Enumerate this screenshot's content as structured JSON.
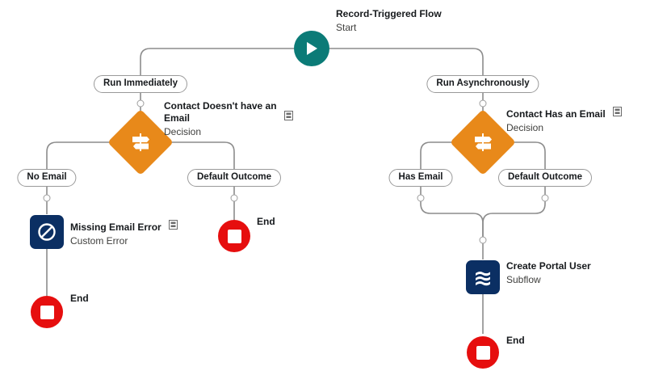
{
  "flow": {
    "start": {
      "title": "Record-Triggered Flow",
      "subtitle": "Start",
      "icon": "play-icon",
      "color": "#0b7b77"
    },
    "branch_labels": {
      "run_immediately": "Run Immediately",
      "run_asynchronously": "Run Asynchronously",
      "no_email": "No Email",
      "default_outcome_left": "Default Outcome",
      "has_email": "Has Email",
      "default_outcome_right": "Default Outcome"
    },
    "nodes": {
      "decision_left": {
        "title": "Contact Doesn't have an Email",
        "subtitle": "Decision",
        "icon": "decision-signpost-icon",
        "note_icon": "description-icon",
        "color": "#e8891a"
      },
      "decision_right": {
        "title": "Contact Has an Email",
        "subtitle": "Decision",
        "icon": "decision-signpost-icon",
        "note_icon": "description-icon",
        "color": "#e8891a"
      },
      "custom_error": {
        "title": "Missing Email Error",
        "subtitle": "Custom Error",
        "icon": "prohibited-icon",
        "note_icon": "description-icon",
        "color": "#0b2f63"
      },
      "subflow": {
        "title": "Create Portal User",
        "subtitle": "Subflow",
        "icon": "subflow-waves-icon",
        "color": "#0b2f63"
      },
      "end_left_default": {
        "label": "End",
        "icon": "stop-icon",
        "color": "#e60e0e"
      },
      "end_left_error": {
        "label": "End",
        "icon": "stop-icon",
        "color": "#e60e0e"
      },
      "end_right": {
        "label": "End",
        "icon": "stop-icon",
        "color": "#e60e0e"
      }
    },
    "connector_color": "#8c8c8c"
  }
}
